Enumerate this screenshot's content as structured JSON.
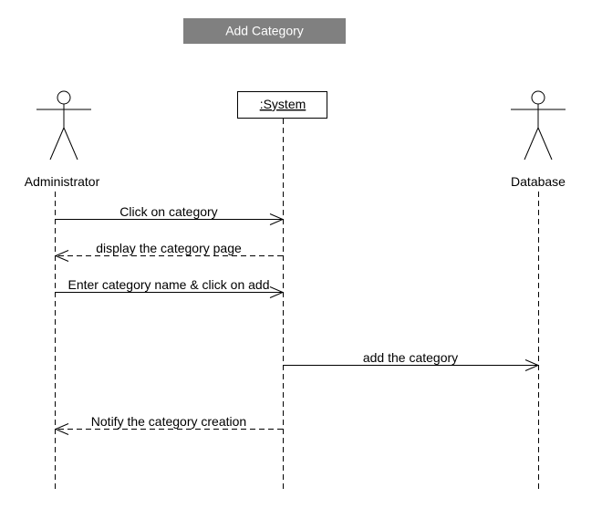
{
  "diagram": {
    "title": "Add Category",
    "colors": {
      "title_bg": "#808080",
      "title_text": "#ffffff",
      "line": "#000000",
      "background": "#ffffff"
    }
  },
  "participants": [
    {
      "id": "administrator",
      "kind": "actor",
      "label": "Administrator"
    },
    {
      "id": "system",
      "kind": "object",
      "label": ":System"
    },
    {
      "id": "database",
      "kind": "actor",
      "label": "Database"
    }
  ],
  "messages": [
    {
      "from": "administrator",
      "to": "system",
      "type": "sync",
      "label": "Click on category"
    },
    {
      "from": "system",
      "to": "administrator",
      "type": "return",
      "label": "display the category page"
    },
    {
      "from": "administrator",
      "to": "system",
      "type": "sync",
      "label": "Enter category name & click on add"
    },
    {
      "from": "system",
      "to": "database",
      "type": "sync",
      "label": "add the category"
    },
    {
      "from": "system",
      "to": "administrator",
      "type": "return",
      "label": "Notify the category creation"
    }
  ]
}
